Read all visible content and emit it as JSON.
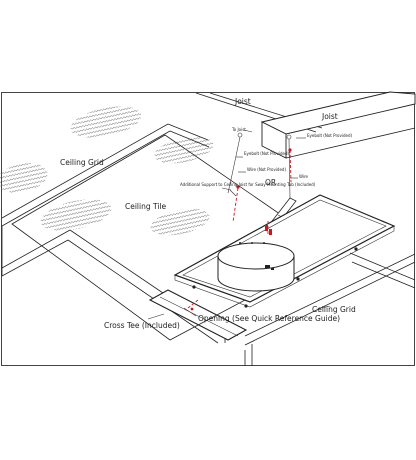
{
  "labels": {
    "joist_top": "Joist",
    "joist_right": "Joist",
    "to_joist": "To Joist",
    "eyebolt_top": "Eyebolt (Not Provided)",
    "eyebolt_right": "Eyebolt (Not Provided)",
    "wire_left": "Wire (Not Provided)",
    "wire_right": "Wire",
    "or": "OR",
    "additional_support": "Additional Support to Ceiling Joist for Sway Mounting Tab (Included)",
    "ceiling_grid_left": "Ceiling Grid",
    "ceiling_tile": "Ceiling Tile",
    "ceiling_grid_right": "Ceiling Grid",
    "cross_tee": "Cross Tee (Included)",
    "opening": "Opening (See Quick Reference Guide)"
  },
  "colors": {
    "line": "#222222",
    "accent_red": "#d2151b",
    "background": "#ffffff",
    "frame": "#444444"
  }
}
